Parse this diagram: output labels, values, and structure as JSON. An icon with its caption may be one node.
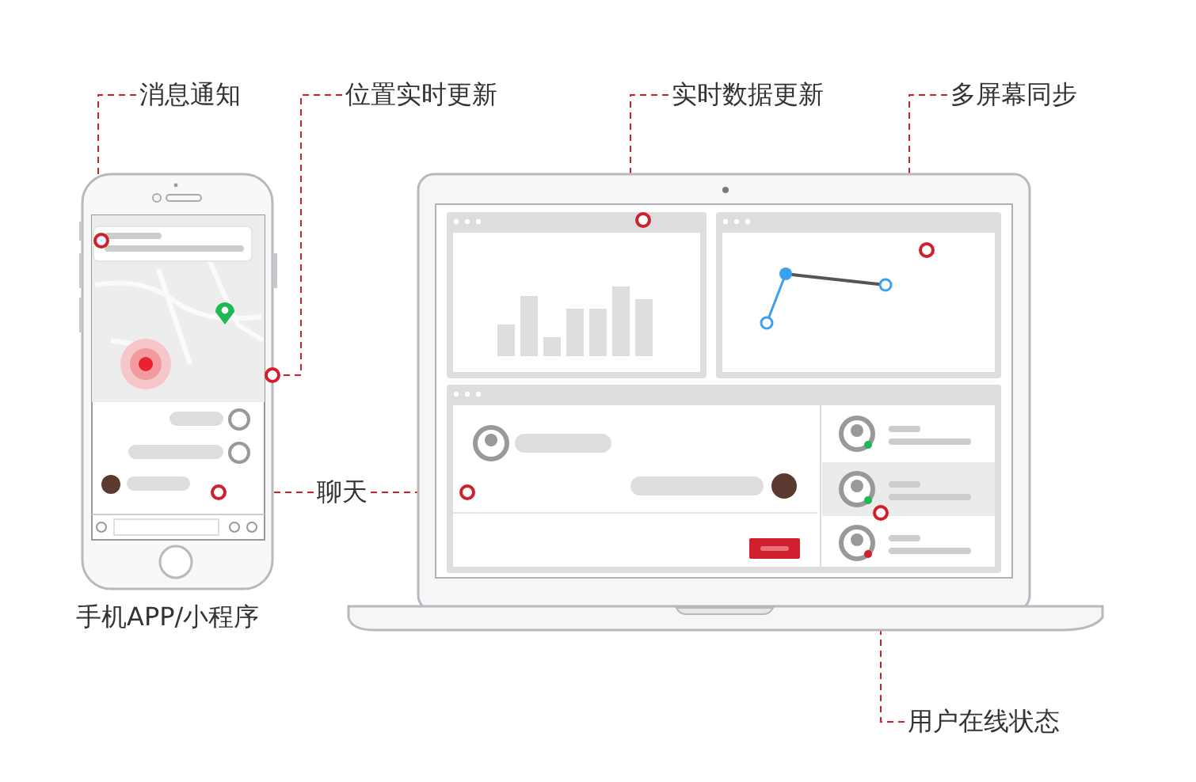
{
  "diagram": {
    "nodes": [
      {
        "text": [],
        "shape": "picture",
        "beside": [
          "手机APP/小程序"
        ]
      },
      {
        "text": [],
        "shape": "picture"
      },
      {
        "text": [],
        "shape": "circle",
        "in": 0
      },
      {
        "text": [],
        "shape": "circle",
        "in": 0
      },
      {
        "text": [],
        "shape": "circle",
        "in": 0
      },
      {
        "text": [],
        "shape": "circle",
        "in": 1
      },
      {
        "text": [],
        "shape": "circle",
        "in": 1
      },
      {
        "text": [],
        "shape": "circle",
        "in": 1
      },
      {
        "text": [],
        "shape": "circle",
        "in": 1
      },
      {
        "text": [
          "消息通知"
        ]
      },
      {
        "text": [
          "位置实时更新"
        ]
      },
      {
        "text": [
          "实时数据更新"
        ]
      },
      {
        "text": [
          "多屏幕同步"
        ]
      },
      {
        "text": [
          "聊天"
        ]
      },
      {
        "text": [
          "用户在线状态"
        ]
      }
    ],
    "edges": [
      {
        "from": 9,
        "to": 2,
        "arrow": "none",
        "style": "dashed"
      },
      {
        "from": 10,
        "to": 3,
        "arrow": "none",
        "style": "dashed"
      },
      {
        "from": 11,
        "to": 5,
        "arrow": "none",
        "style": "dashed"
      },
      {
        "from": 12,
        "to": 6,
        "arrow": "none",
        "style": "dashed"
      },
      {
        "from": 13,
        "to": 4,
        "arrow": "none",
        "style": "dashed"
      },
      {
        "from": 13,
        "to": 7,
        "arrow": "none",
        "style": "dashed"
      },
      {
        "from": 14,
        "to": 8,
        "arrow": "none",
        "style": "dashed"
      }
    ]
  }
}
